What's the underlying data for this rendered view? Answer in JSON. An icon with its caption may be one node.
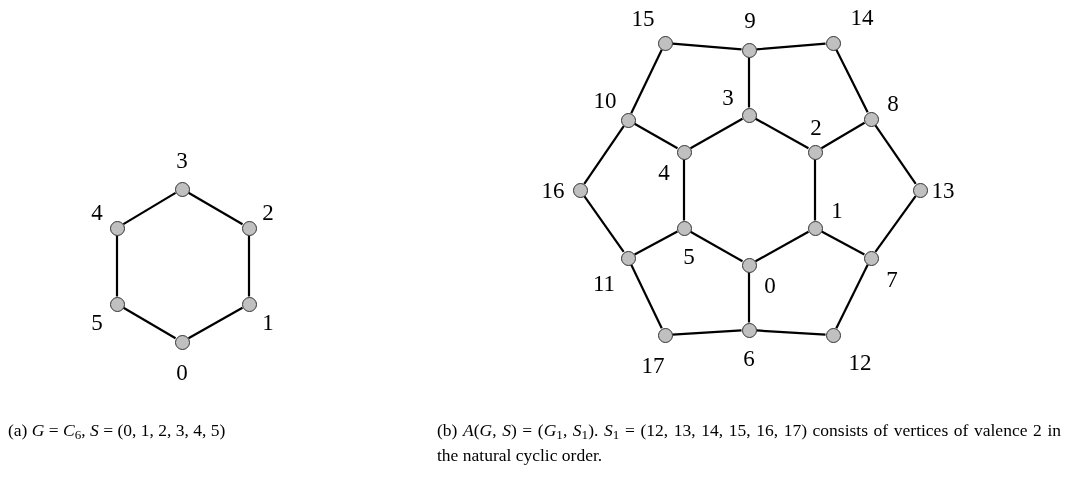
{
  "diagram": {
    "nodes": [
      {
        "text": [],
        "shape": "circle",
        "beside": [
          "0"
        ]
      },
      {
        "text": [],
        "shape": "circle",
        "beside": [
          "1"
        ]
      },
      {
        "text": [],
        "shape": "circle",
        "beside": [
          "2"
        ]
      },
      {
        "text": [],
        "shape": "circle",
        "beside": [
          "3"
        ]
      },
      {
        "text": [],
        "shape": "circle",
        "beside": [
          "4"
        ]
      },
      {
        "text": [],
        "shape": "circle",
        "beside": [
          "5"
        ]
      },
      {
        "text": [],
        "shape": "circle",
        "beside": [
          "0"
        ]
      },
      {
        "text": [],
        "shape": "circle",
        "beside": [
          "1"
        ]
      },
      {
        "text": [],
        "shape": "circle",
        "beside": [
          "2"
        ]
      },
      {
        "text": [],
        "shape": "circle",
        "beside": [
          "3"
        ]
      },
      {
        "text": [],
        "shape": "circle",
        "beside": [
          "4"
        ]
      },
      {
        "text": [],
        "shape": "circle",
        "beside": [
          "5"
        ]
      },
      {
        "text": [],
        "shape": "circle",
        "beside": [
          "6"
        ]
      },
      {
        "text": [],
        "shape": "circle",
        "beside": [
          "7"
        ]
      },
      {
        "text": [],
        "shape": "circle",
        "beside": [
          "8"
        ]
      },
      {
        "text": [],
        "shape": "circle",
        "beside": [
          "9"
        ]
      },
      {
        "text": [],
        "shape": "circle",
        "beside": [
          "10"
        ]
      },
      {
        "text": [],
        "shape": "circle",
        "beside": [
          "11"
        ]
      },
      {
        "text": [],
        "shape": "circle",
        "beside": [
          "12"
        ]
      },
      {
        "text": [],
        "shape": "circle",
        "beside": [
          "13"
        ]
      },
      {
        "text": [],
        "shape": "circle",
        "beside": [
          "14"
        ]
      },
      {
        "text": [],
        "shape": "circle",
        "beside": [
          "15"
        ]
      },
      {
        "text": [],
        "shape": "circle",
        "beside": [
          "16"
        ]
      },
      {
        "text": [],
        "shape": "circle",
        "beside": [
          "17"
        ]
      }
    ],
    "edges": [
      {
        "from": 0,
        "to": 1,
        "arrow": "none"
      },
      {
        "from": 1,
        "to": 2,
        "arrow": "none"
      },
      {
        "from": 2,
        "to": 3,
        "arrow": "none"
      },
      {
        "from": 3,
        "to": 4,
        "arrow": "none"
      },
      {
        "from": 4,
        "to": 5,
        "arrow": "none"
      },
      {
        "from": 5,
        "to": 0,
        "arrow": "none"
      },
      {
        "from": 6,
        "to": 7,
        "arrow": "none"
      },
      {
        "from": 7,
        "to": 8,
        "arrow": "none"
      },
      {
        "from": 8,
        "to": 9,
        "arrow": "none"
      },
      {
        "from": 9,
        "to": 10,
        "arrow": "none"
      },
      {
        "from": 10,
        "to": 11,
        "arrow": "none"
      },
      {
        "from": 11,
        "to": 6,
        "arrow": "none"
      },
      {
        "from": 6,
        "to": 12,
        "arrow": "none"
      },
      {
        "from": 7,
        "to": 13,
        "arrow": "none"
      },
      {
        "from": 8,
        "to": 14,
        "arrow": "none"
      },
      {
        "from": 9,
        "to": 15,
        "arrow": "none"
      },
      {
        "from": 10,
        "to": 16,
        "arrow": "none"
      },
      {
        "from": 11,
        "to": 17,
        "arrow": "none"
      },
      {
        "from": 12,
        "to": 18,
        "arrow": "none"
      },
      {
        "from": 18,
        "to": 13,
        "arrow": "none"
      },
      {
        "from": 13,
        "to": 19,
        "arrow": "none"
      },
      {
        "from": 19,
        "to": 14,
        "arrow": "none"
      },
      {
        "from": 14,
        "to": 20,
        "arrow": "none"
      },
      {
        "from": 20,
        "to": 15,
        "arrow": "none"
      },
      {
        "from": 15,
        "to": 21,
        "arrow": "none"
      },
      {
        "from": 21,
        "to": 16,
        "arrow": "none"
      },
      {
        "from": 16,
        "to": 22,
        "arrow": "none"
      },
      {
        "from": 22,
        "to": 17,
        "arrow": "none"
      },
      {
        "from": 17,
        "to": 23,
        "arrow": "none"
      },
      {
        "from": 23,
        "to": 12,
        "arrow": "none"
      }
    ],
    "labels": [
      "(a) *G* = *C*$_{6}$, *S* = (0, 1, 2, 3, 4, 5)",
      "(b) *A*(*G*, *S*) = (*G*$_{1}$, *S*$_{1}$).  *S*$_{1}$ = (12, 13, 14, 15, 16, 17) consists of vertices of valence 2 in the natural cyclic order."
    ]
  }
}
